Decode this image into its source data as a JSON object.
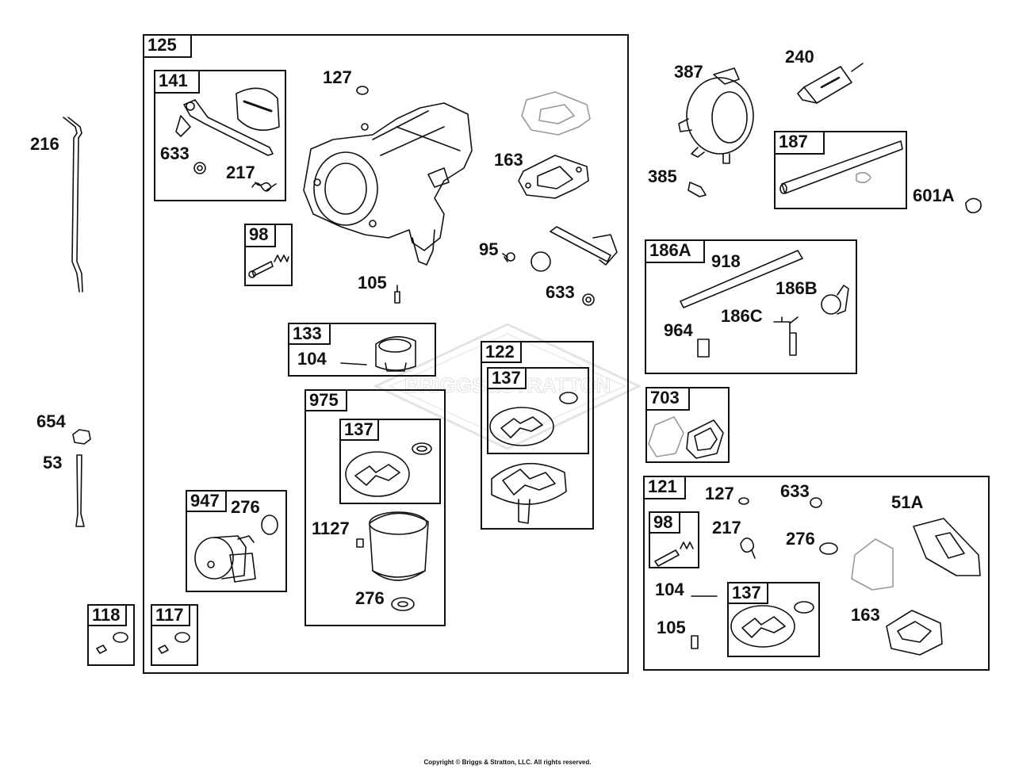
{
  "boxes": {
    "b125": "125",
    "b141": "141",
    "b98": "98",
    "b133": "133",
    "b975": "975",
    "b137a": "137",
    "b122": "122",
    "b137b": "137",
    "b947": "947",
    "b118": "118",
    "b117": "117",
    "b187": "187",
    "b186A": "186A",
    "b703": "703",
    "b121": "121",
    "b98b": "98",
    "b137c": "137"
  },
  "labels": {
    "l216": "216",
    "l127": "127",
    "l633a": "633",
    "l217a": "217",
    "l163a": "163",
    "l95": "95",
    "l633b": "633",
    "l105a": "105",
    "l104a": "104",
    "l276a": "276",
    "l1127": "1127",
    "l276b": "276",
    "l654": "654",
    "l53": "53",
    "l387": "387",
    "l240": "240",
    "l385": "385",
    "l601A": "601A",
    "l918": "918",
    "l186B": "186B",
    "l186C": "186C",
    "l964": "964",
    "l127b": "127",
    "l633c": "633",
    "l51A": "51A",
    "l217b": "217",
    "l276c": "276",
    "l104b": "104",
    "l105b": "105",
    "l163b": "163"
  },
  "watermark_text": "BRIGGS&STRATTON",
  "copyright": "Copyright © Briggs & Stratton, LLC. All rights reserved."
}
